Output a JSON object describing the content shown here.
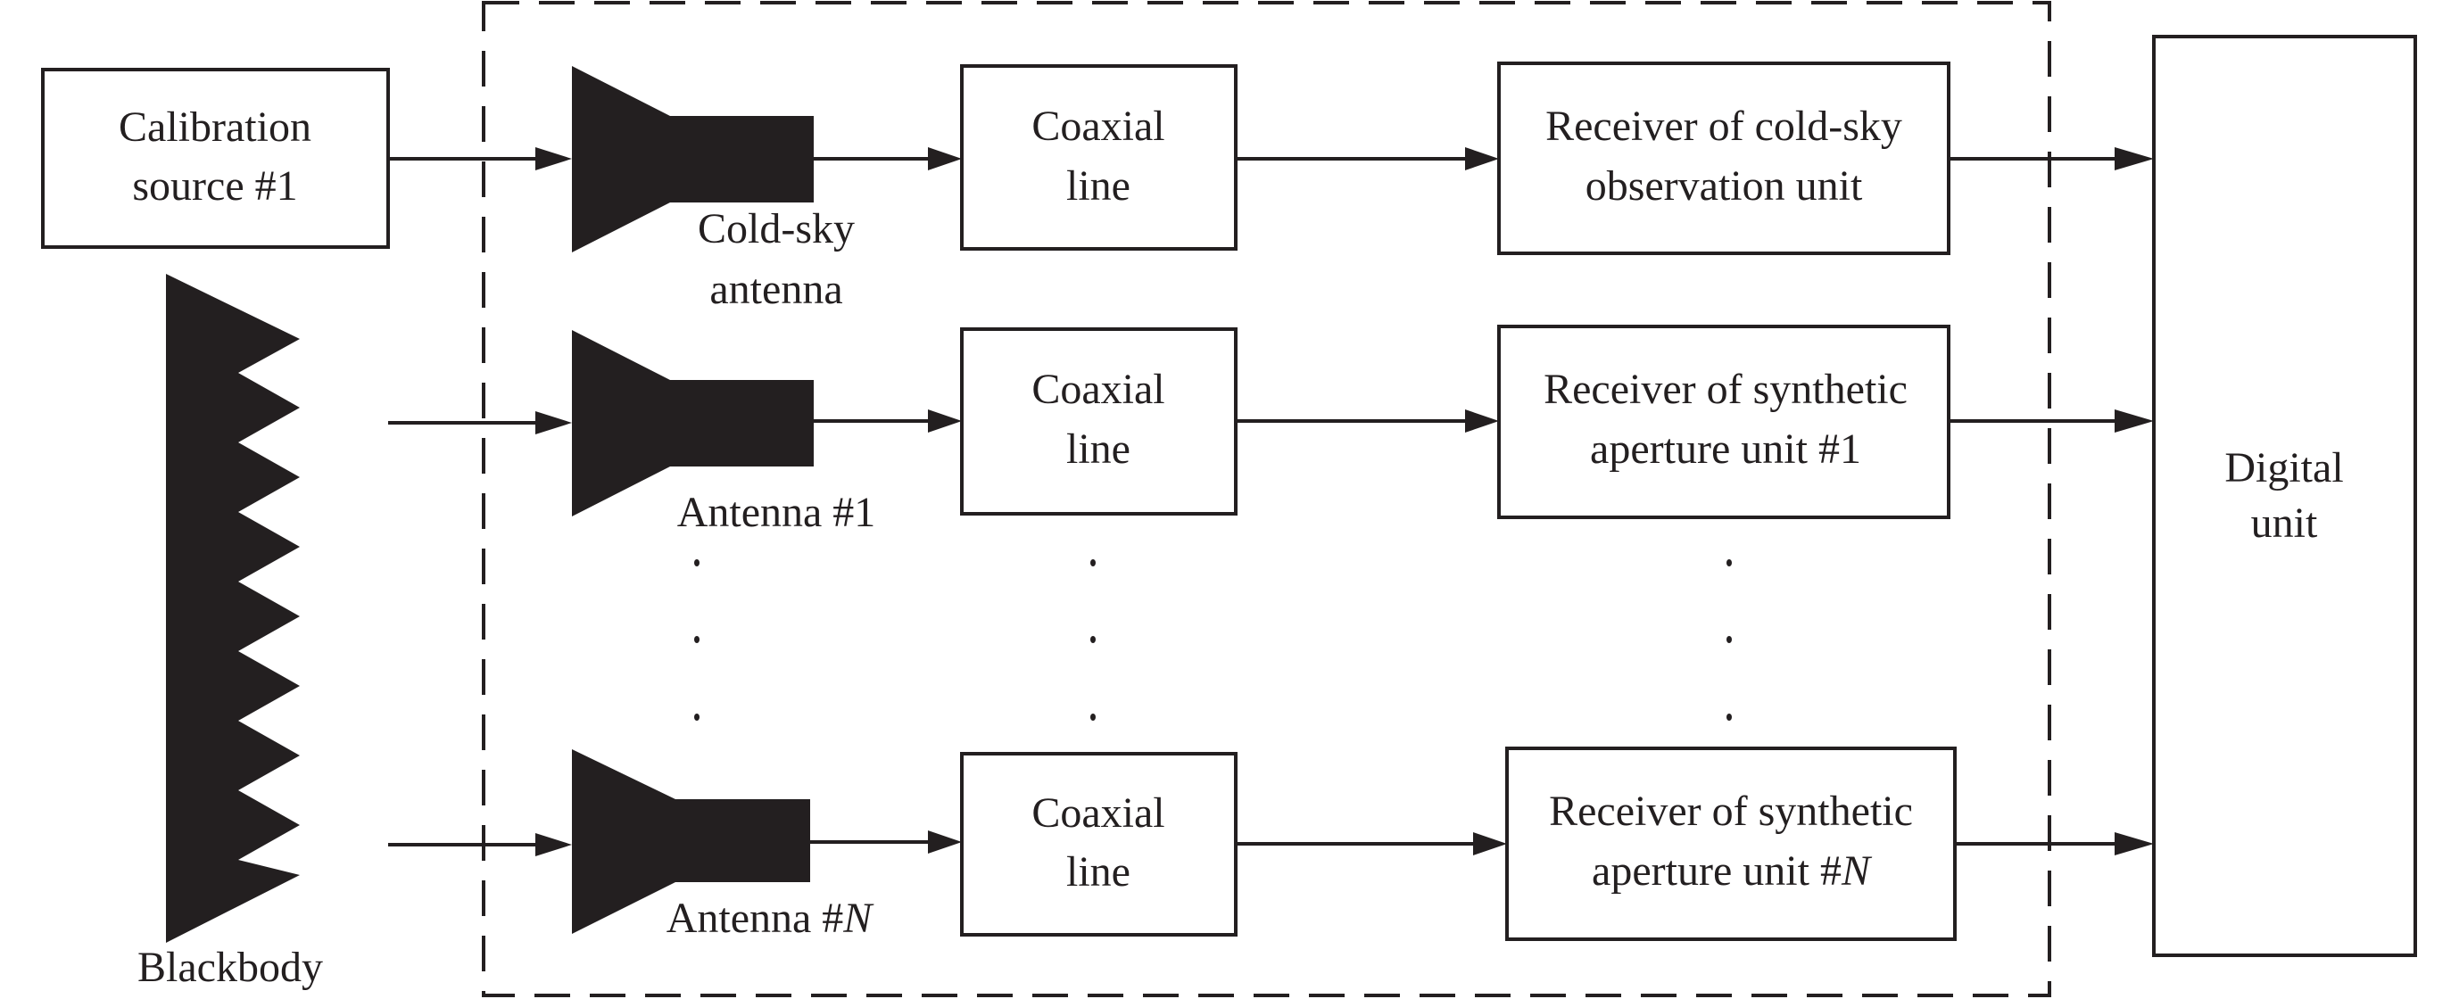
{
  "diagram": {
    "calibration_source": {
      "line1": "Calibration",
      "line2": "source #1"
    },
    "blackbody": {
      "label": "Blackbody"
    },
    "antennas": [
      {
        "line1": "Cold-sky",
        "line2": "antenna"
      },
      {
        "line1": "Antenna #1",
        "line2": ""
      },
      {
        "line1": "Antenna #",
        "line2": "",
        "italic_suffix": "N"
      }
    ],
    "coaxial": [
      {
        "line1": "Coaxial",
        "line2": "line"
      },
      {
        "line1": "Coaxial",
        "line2": "line"
      },
      {
        "line1": "Coaxial",
        "line2": "line"
      }
    ],
    "receivers": [
      {
        "line1": "Receiver of cold-sky",
        "line2": "observation unit"
      },
      {
        "line1": "Receiver of synthetic",
        "line2": "aperture unit #1"
      },
      {
        "line1": "Receiver of synthetic",
        "line2": "aperture unit #",
        "italic_suffix": "N"
      }
    ],
    "digital_unit": {
      "line1": "Digital",
      "line2": "unit"
    },
    "ellipsis": "·",
    "colors": {
      "ink": "#231f20",
      "background": "#ffffff"
    }
  }
}
